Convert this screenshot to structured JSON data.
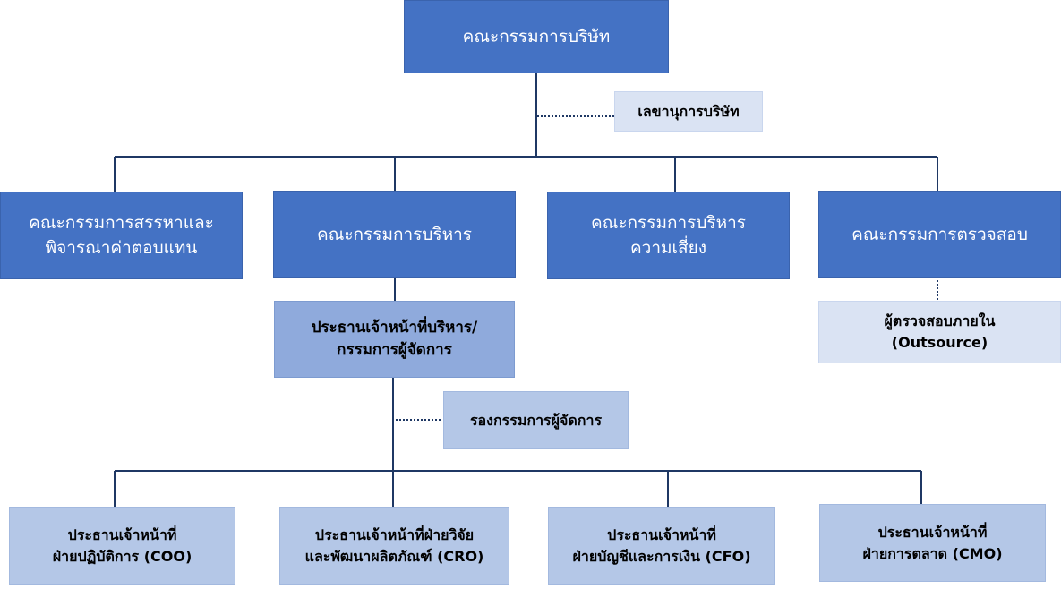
{
  "colors": {
    "dark_box": "#4472c4",
    "mid_box": "#8faadc",
    "light_box": "#b4c7e7",
    "pale_box": "#dae3f3",
    "connector": "#1f3864"
  },
  "board": {
    "line1": "คณะกรรมการบริษัท"
  },
  "secretary": {
    "line1": "เลขานุการบริษัท"
  },
  "committees": [
    {
      "line1": "คณะกรรมการสรรหาและ",
      "line2": "พิจารณาค่าตอบแทน"
    },
    {
      "line1": "คณะกรรมการบริหาร"
    },
    {
      "line1": "คณะกรรมการบริหาร",
      "line2": "ความเสี่ยง"
    },
    {
      "line1": "คณะกรรมการตรวจสอบ"
    }
  ],
  "internal_audit": {
    "line1": "ผู้ตรวจสอบภายใน",
    "line2": "(Outsource)"
  },
  "ceo": {
    "line1": "ประธานเจ้าหน้าที่บริหาร/",
    "line2": "กรรมการผู้จัดการ"
  },
  "deputy": {
    "line1": "รองกรรมการผู้จัดการ"
  },
  "officers": [
    {
      "line1": "ประธานเจ้าหน้าที่",
      "line2": "ฝ่ายปฏิบัติการ (COO)"
    },
    {
      "line1": "ประธานเจ้าหน้าที่ฝ่ายวิจัย",
      "line2": "และพัฒนาผลิตภัณฑ์ (CRO)"
    },
    {
      "line1": "ประธานเจ้าหน้าที่",
      "line2": "ฝ่ายบัญชีและการเงิน (CFO)"
    },
    {
      "line1": "ประธานเจ้าหน้าที่",
      "line2": "ฝ่ายการตลาด (CMO)"
    }
  ]
}
